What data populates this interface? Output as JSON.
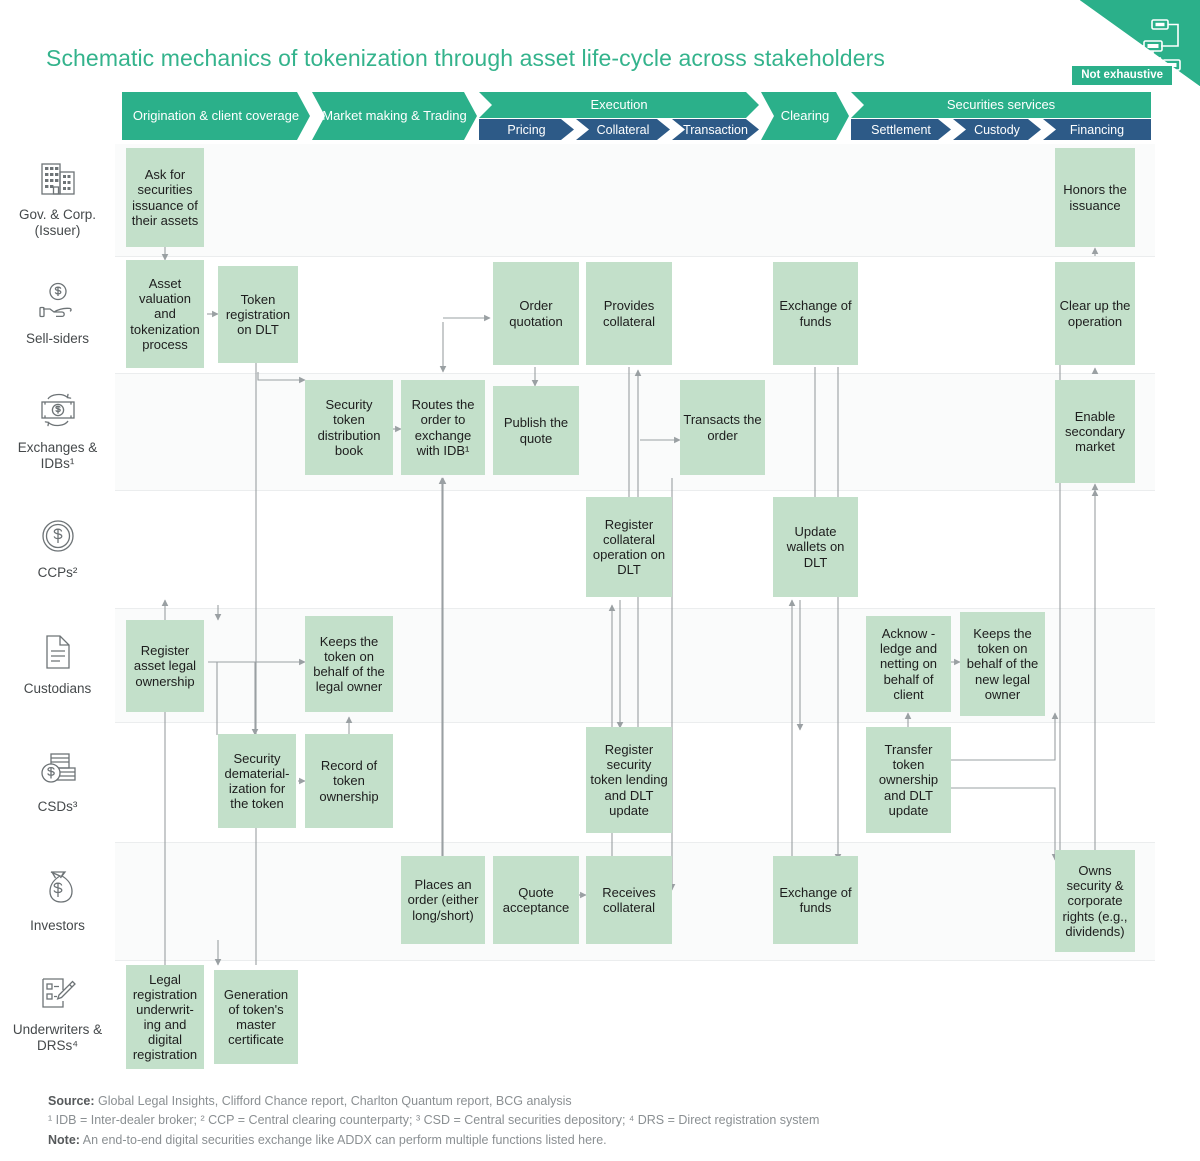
{
  "page_title": "Schematic mechanics of tokenization through asset life-cycle across stakeholders",
  "badge": {
    "not_exhaustive": "Not exhaustive"
  },
  "colors": {
    "accent_green": "#2bb08a",
    "title_green": "#34b38c",
    "header_blue": "#2d5a87",
    "box_green": "#c3e0ca",
    "band": "#fafbfb",
    "connector": "#9aa0a3"
  },
  "header": {
    "top_bands": [
      {
        "label": "Origination & client coverage",
        "style": "green"
      },
      {
        "label": "Market making & Trading",
        "style": "green"
      },
      {
        "label": "Execution",
        "style": "green"
      },
      {
        "label": "Clearing",
        "style": "green"
      },
      {
        "label": "Securities services",
        "style": "green"
      }
    ],
    "sub_bands": [
      {
        "label": "Pricing",
        "style": "blue"
      },
      {
        "label": "Collateral",
        "style": "blue"
      },
      {
        "label": "Transaction",
        "style": "blue"
      },
      {
        "label": "Settlement",
        "style": "blue"
      },
      {
        "label": "Custody",
        "style": "blue"
      },
      {
        "label": "Financing",
        "style": "blue"
      }
    ]
  },
  "stakeholders": [
    {
      "label": "Gov. & Corp. (Issuer)",
      "icon": "buildings-icon"
    },
    {
      "label": "Sell-siders",
      "icon": "hand-dollar-icon"
    },
    {
      "label": "Exchanges & IDBs¹",
      "icon": "banknote-exchange-icon"
    },
    {
      "label": "CCPs²",
      "icon": "dollar-coin-icon"
    },
    {
      "label": "Custodians",
      "icon": "document-icon"
    },
    {
      "label": "CSDs³",
      "icon": "coins-stack-icon"
    },
    {
      "label": "Investors",
      "icon": "money-bag-icon"
    },
    {
      "label": "Underwriters & DRSs⁴",
      "icon": "signed-form-icon"
    }
  ],
  "boxes": [
    {
      "id": "b1",
      "text": "Ask for securities issuance of their assets",
      "row": "Gov. & Corp. (Issuer)",
      "column": "Origination & client coverage"
    },
    {
      "id": "b2",
      "text": "Honors the issuance",
      "row": "Gov. & Corp. (Issuer)",
      "column": "Financing"
    },
    {
      "id": "b3",
      "text": "Asset valuation and tokenization process",
      "row": "Sell-siders",
      "column": "Origination & client coverage"
    },
    {
      "id": "b4",
      "text": "Token registration on DLT",
      "row": "Sell-siders",
      "column": "Market making & Trading"
    },
    {
      "id": "b5",
      "text": "Order quotation",
      "row": "Sell-siders",
      "column": "Pricing"
    },
    {
      "id": "b6",
      "text": "Provides collateral",
      "row": "Sell-siders",
      "column": "Collateral"
    },
    {
      "id": "b7",
      "text": "Exchange of funds",
      "row": "Sell-siders",
      "column": "Settlement"
    },
    {
      "id": "b8",
      "text": "Clear up the operation",
      "row": "Sell-siders",
      "column": "Financing"
    },
    {
      "id": "b9",
      "text": "Security token distribution book",
      "row": "Exchanges & IDBs",
      "column": "Market making & Trading"
    },
    {
      "id": "b10",
      "text": "Routes the order to exchange with IDB¹",
      "row": "Exchanges & IDBs",
      "column": "Market making & Trading"
    },
    {
      "id": "b11",
      "text": "Publish the quote",
      "row": "Exchanges & IDBs",
      "column": "Pricing"
    },
    {
      "id": "b12",
      "text": "Transacts the order",
      "row": "Exchanges & IDBs",
      "column": "Transaction"
    },
    {
      "id": "b13",
      "text": "Enable secondary market",
      "row": "Exchanges & IDBs",
      "column": "Financing"
    },
    {
      "id": "b14",
      "text": "Register collateral operation on DLT",
      "row": "CCPs",
      "column": "Collateral"
    },
    {
      "id": "b15",
      "text": "Update wallets on DLT",
      "row": "CCPs",
      "column": "Settlement"
    },
    {
      "id": "b16",
      "text": "Register asset legal ownership",
      "row": "Custodians",
      "column": "Origination & client coverage"
    },
    {
      "id": "b17",
      "text": "Keeps the token on behalf of the legal owner",
      "row": "Custodians",
      "column": "Market making & Trading"
    },
    {
      "id": "b18",
      "text": "Acknow -ledge and netting on behalf of client",
      "row": "Custodians",
      "column": "Settlement"
    },
    {
      "id": "b19",
      "text": "Keeps the token on behalf of the new legal owner",
      "row": "Custodians",
      "column": "Custody"
    },
    {
      "id": "b20",
      "text": "Security dematerial-ization for the token",
      "row": "CSDs",
      "column": "Market making & Trading"
    },
    {
      "id": "b21",
      "text": "Record of token ownership",
      "row": "CSDs",
      "column": "Market making & Trading"
    },
    {
      "id": "b22",
      "text": "Register security token lending and DLT update",
      "row": "CSDs",
      "column": "Collateral"
    },
    {
      "id": "b23",
      "text": "Transfer token ownership and DLT update",
      "row": "CSDs",
      "column": "Settlement"
    },
    {
      "id": "b24",
      "text": "Places an order (either long/short)",
      "row": "Investors",
      "column": "Market making & Trading"
    },
    {
      "id": "b25",
      "text": "Quote acceptance",
      "row": "Investors",
      "column": "Pricing"
    },
    {
      "id": "b26",
      "text": "Receives collateral",
      "row": "Investors",
      "column": "Collateral"
    },
    {
      "id": "b27",
      "text": "Exchange of funds",
      "row": "Investors",
      "column": "Settlement"
    },
    {
      "id": "b28",
      "text": "Owns security & corporate rights (e.g., dividends)",
      "row": "Investors",
      "column": "Financing"
    },
    {
      "id": "b29",
      "text": "Legal registration underwrit-ing and digital registration",
      "row": "Underwriters & DRSs",
      "column": "Origination & client coverage"
    },
    {
      "id": "b30",
      "text": "Generation of token's master certificate",
      "row": "Underwriters & DRSs",
      "column": "Market making & Trading"
    }
  ],
  "footer": {
    "source_label": "Source:",
    "source_text": " Global Legal Insights, Clifford Chance report, Charlton Quantum report, BCG analysis",
    "footnotes": "¹ IDB = Inter-dealer broker; ² CCP = Central clearing counterparty; ³ CSD = Central securities depository; ⁴ DRS = Direct registration system",
    "note_label": "Note:",
    "note_text": " An end-to-end digital securities exchange like ADDX can perform multiple functions listed here."
  }
}
